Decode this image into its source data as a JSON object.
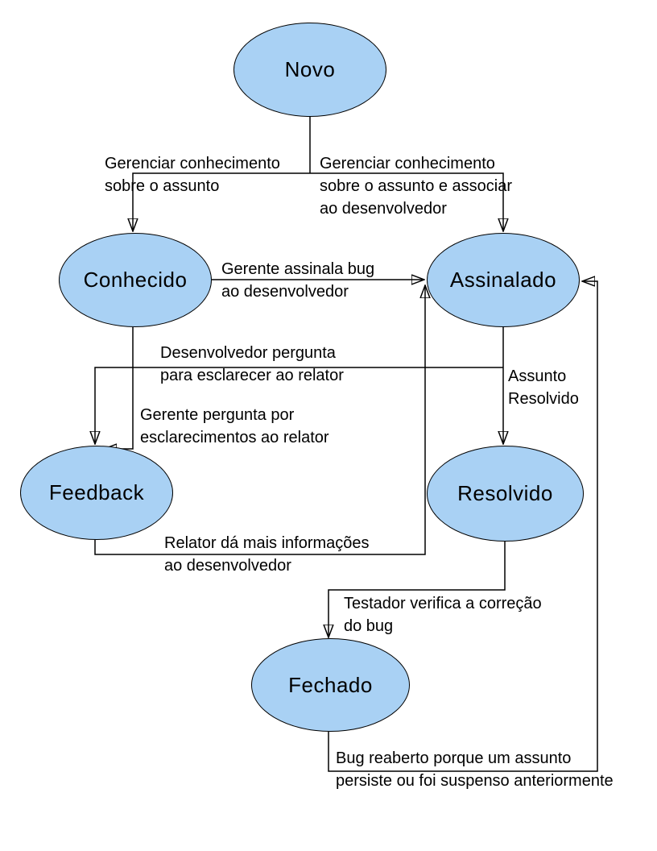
{
  "diagram": {
    "type": "state-diagram",
    "language": "pt-BR",
    "colors": {
      "background": "#ffffff",
      "node_fill": "#a9d1f4",
      "node_border": "#000000",
      "edge_line": "#000000",
      "text": "#000000"
    },
    "nodes": [
      {
        "id": "novo",
        "label": "Novo"
      },
      {
        "id": "conhecido",
        "label": "Conhecido"
      },
      {
        "id": "assinalado",
        "label": "Assinalado"
      },
      {
        "id": "feedback",
        "label": "Feedback"
      },
      {
        "id": "resolvido",
        "label": "Resolvido"
      },
      {
        "id": "fechado",
        "label": "Fechado"
      }
    ],
    "edges": [
      {
        "from": "Novo",
        "to": "Conhecido",
        "label": "Gerenciar conhecimento\nsobre o assunto"
      },
      {
        "from": "Novo",
        "to": "Assinalado",
        "label": "Gerenciar conhecimento\nsobre o assunto e associar\nao desenvolvedor"
      },
      {
        "from": "Conhecido",
        "to": "Assinalado",
        "label": "Gerente assinala bug\nao desenvolvedor"
      },
      {
        "from": "Assinalado",
        "to": "Feedback",
        "label": "Desenvolvedor pergunta\npara esclarecer ao relator"
      },
      {
        "from": "Conhecido",
        "to": "Feedback",
        "label": "Gerente pergunta por\nesclarecimentos ao relator"
      },
      {
        "from": "Assinalado",
        "to": "Resolvido",
        "label": "Assunto\nResolvido"
      },
      {
        "from": "Feedback",
        "to": "Assinalado",
        "label": "Relator dá mais informações\nao desenvolvedor"
      },
      {
        "from": "Resolvido",
        "to": "Fechado",
        "label": "Testador verifica a correção\ndo bug"
      },
      {
        "from": "Fechado",
        "to": "Assinalado",
        "label": "Bug reaberto porque um assunto\npersiste ou foi suspenso anteriormente"
      }
    ]
  }
}
